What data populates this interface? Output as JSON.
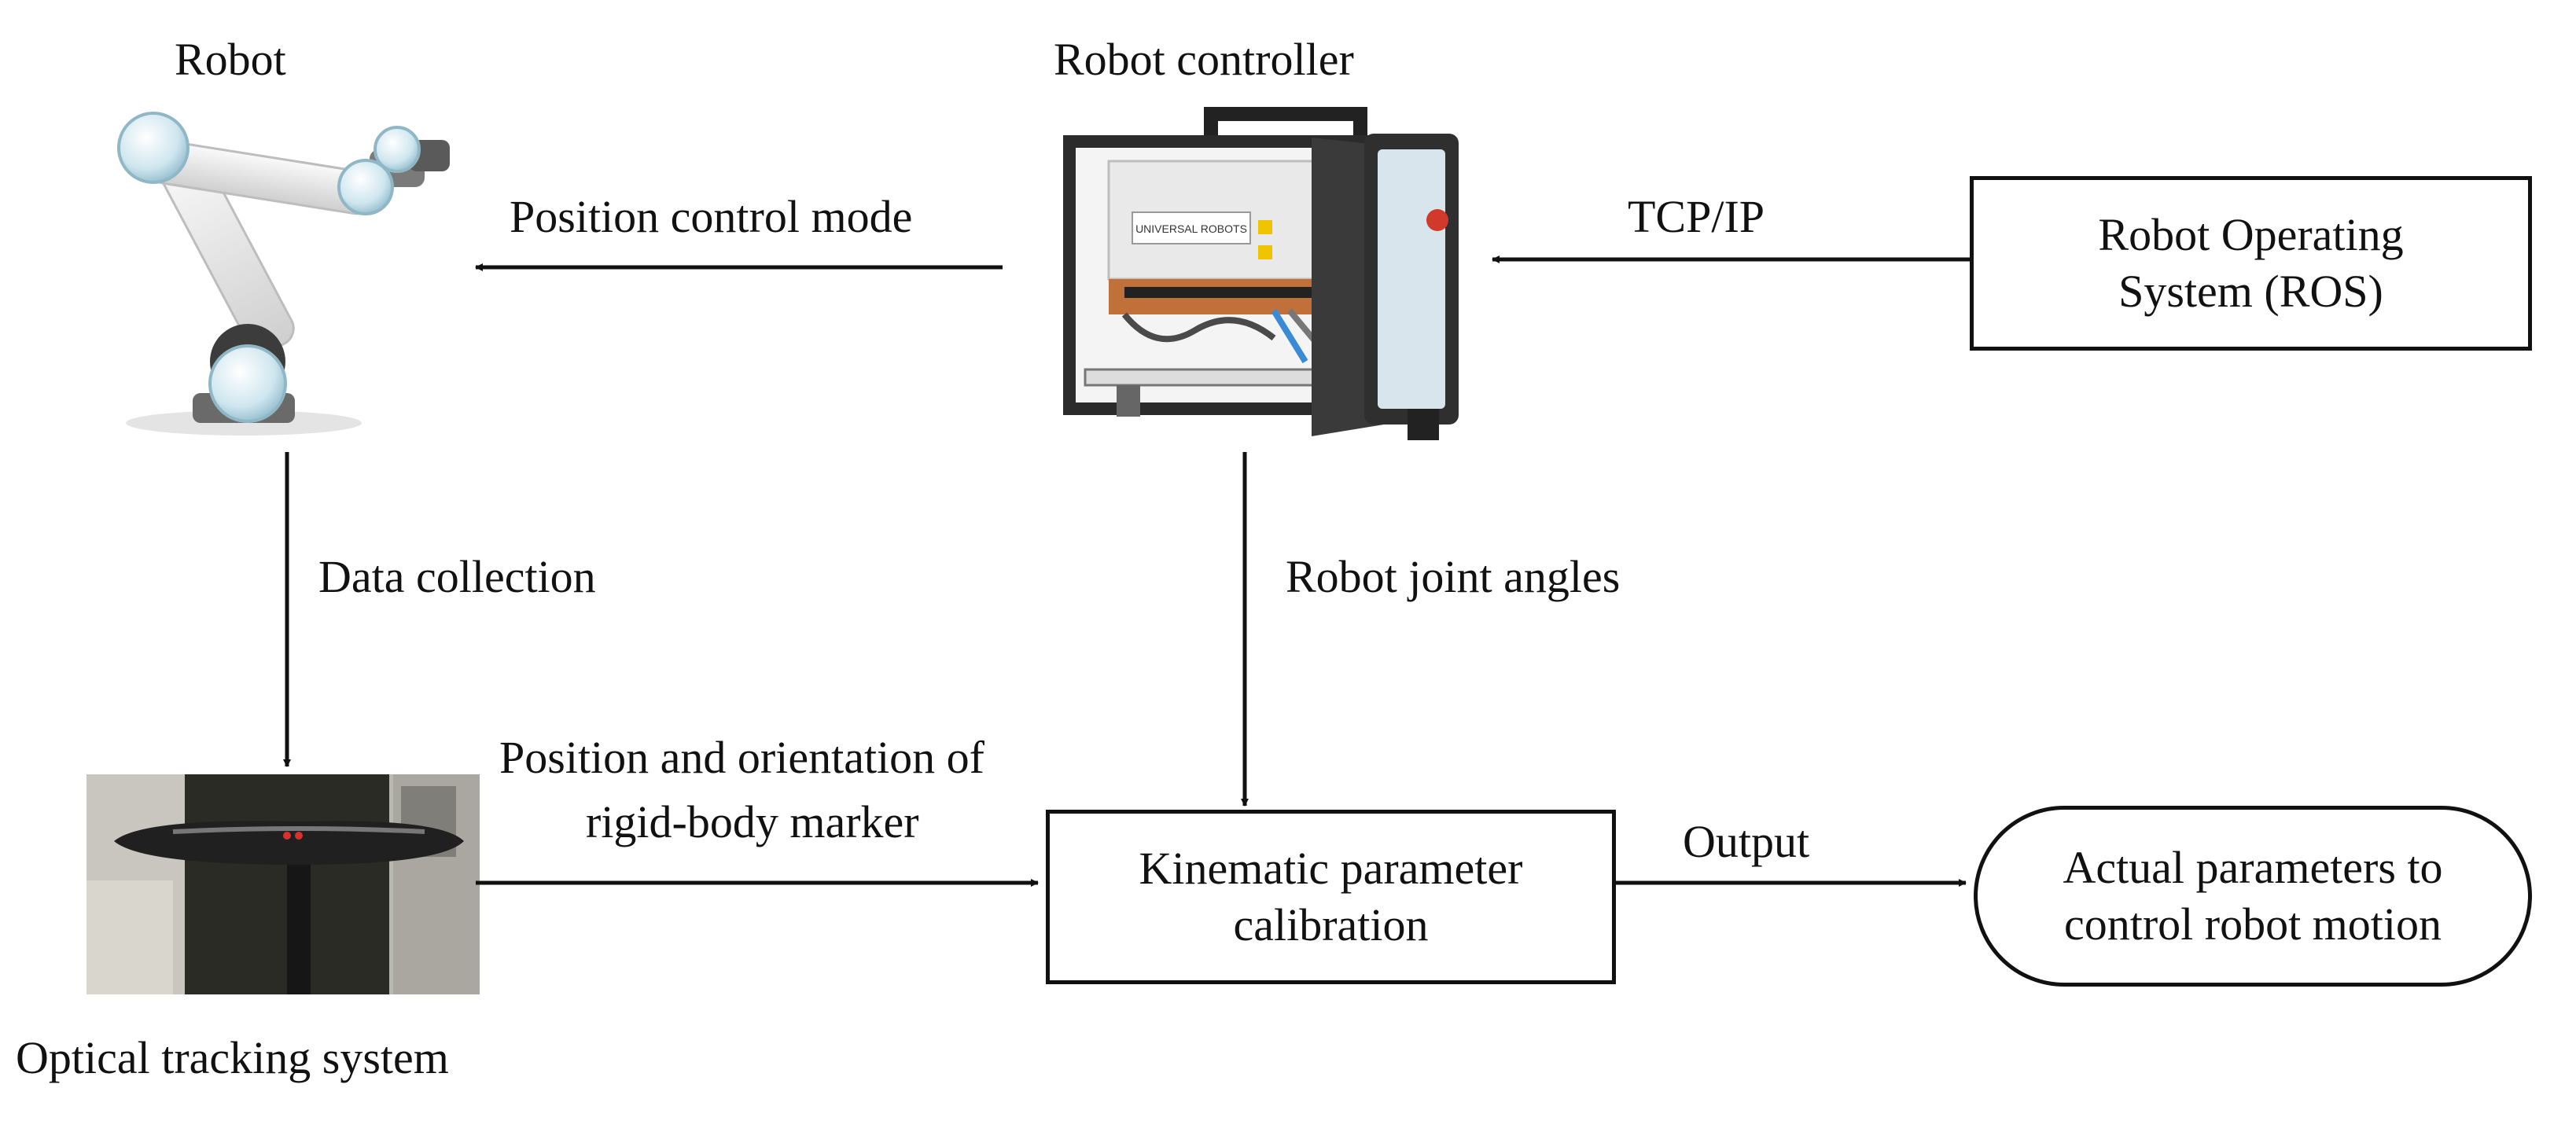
{
  "labels": {
    "robot": "Robot",
    "robot_controller": "Robot controller",
    "position_control_mode": "Position control mode",
    "tcp_ip": "TCP/IP",
    "data_collection": "Data collection",
    "robot_joint_angles": "Robot joint angles",
    "position_orientation_1": "Position and orientation of",
    "position_orientation_2": "rigid-body marker",
    "output": "Output",
    "optical_tracking_system": "Optical tracking system"
  },
  "boxes": {
    "ros": [
      "Robot Operating",
      "System (ROS)"
    ],
    "calibration": [
      "Kinematic parameter",
      "calibration"
    ],
    "actual_parameters": [
      "Actual parameters to",
      "control robot motion"
    ]
  },
  "illustrations": {
    "robot_arm": "robot-arm-icon",
    "controller_cabinet": "controller-cabinet-icon",
    "controller_brand": "UNIVERSAL ROBOTS",
    "tracker": "optical-tracker-icon"
  },
  "colors": {
    "line": "#111111",
    "robot_joint": "#cfe6ef",
    "robot_link": "#e6e6e6",
    "cabinet_frame": "#2b2b2b",
    "tracker_bg": "#b9b9b4"
  }
}
